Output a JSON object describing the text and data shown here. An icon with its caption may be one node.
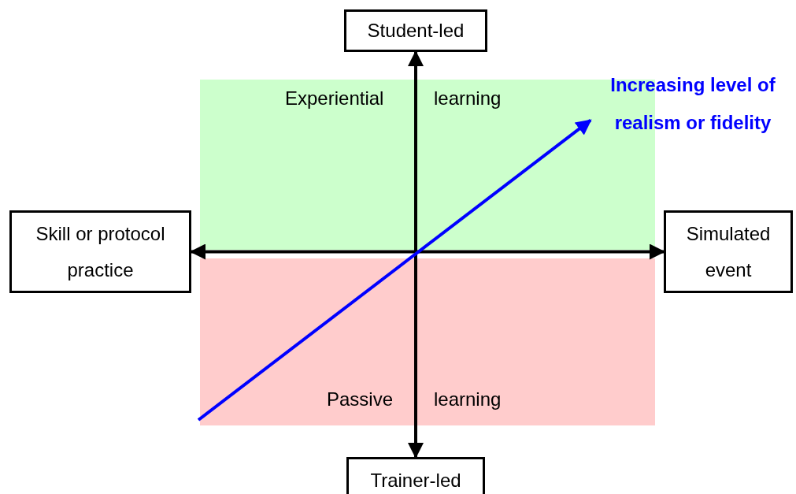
{
  "diagram": {
    "nodes": [
      {
        "text": [
          "Student-led"
        ]
      },
      {
        "text": [
          "Increasing level of realism or fidelity"
        ]
      },
      {
        "text": [
          "Skill or protocol practice"
        ]
      },
      {
        "text": [
          "Simulated event"
        ]
      },
      {
        "text": [
          "Trainer-led"
        ]
      }
    ],
    "edges": [
      {
        "from": 0,
        "to": 4,
        "arrow": "both"
      },
      {
        "from": 2,
        "to": 3,
        "arrow": "both"
      },
      {
        "from": null,
        "to": 1,
        "arrow": "to",
        "color": "#0000ff"
      }
    ],
    "labels": [
      "Experiential",
      "learning",
      "Passive",
      "learning"
    ]
  }
}
